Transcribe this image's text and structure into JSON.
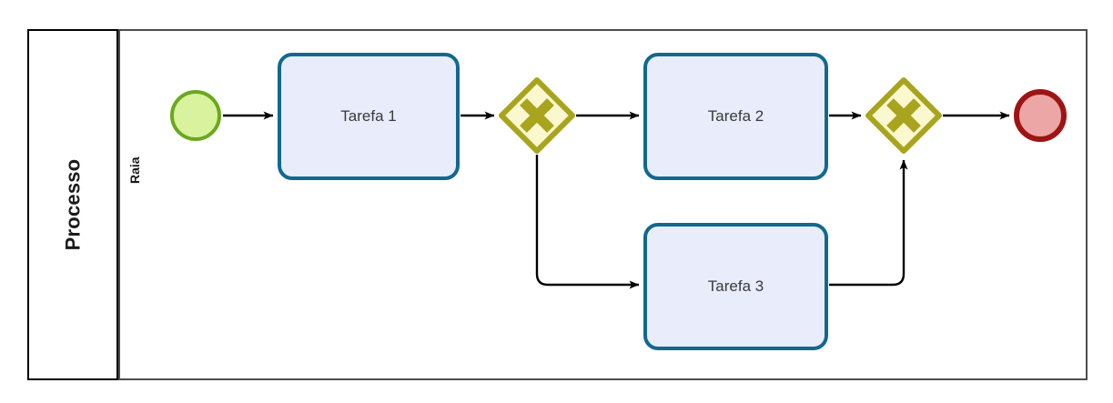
{
  "diagram": {
    "type": "bpmn-process",
    "pool": {
      "label": "Processo",
      "lane": {
        "label": "Raia"
      }
    },
    "colors": {
      "task_fill": "#e9edfb",
      "task_border": "#11698f",
      "gateway_fill": "#fbf8cf",
      "gateway_border": "#a8a41e",
      "gateway_mark": "#a8a41e",
      "start_fill": "#d9f29e",
      "start_border": "#6aa81e",
      "end_fill": "#eda6a6",
      "end_border": "#9e1414",
      "flow_line": "#000000",
      "pool_border": "#000000",
      "lane_border": "#4d4d4d"
    },
    "nodes": {
      "start_event": {
        "name": "start-event",
        "type": "start-event",
        "label": ""
      },
      "task_1": {
        "name": "task-1",
        "type": "task",
        "label": "Tarefa 1"
      },
      "gateway_1": {
        "name": "gateway-split",
        "type": "exclusive-gateway",
        "marker": "X",
        "label": ""
      },
      "task_2": {
        "name": "task-2",
        "type": "task",
        "label": "Tarefa 2"
      },
      "task_3": {
        "name": "task-3",
        "type": "task",
        "label": "Tarefa 3"
      },
      "gateway_2": {
        "name": "gateway-merge",
        "type": "exclusive-gateway",
        "marker": "X",
        "label": ""
      },
      "end_event": {
        "name": "end-event",
        "type": "end-event",
        "label": ""
      }
    },
    "flows": [
      {
        "from": "start_event",
        "to": "task_1",
        "label": ""
      },
      {
        "from": "task_1",
        "to": "gateway_1",
        "label": ""
      },
      {
        "from": "gateway_1",
        "to": "task_2",
        "label": ""
      },
      {
        "from": "gateway_1",
        "to": "task_3",
        "label": ""
      },
      {
        "from": "task_2",
        "to": "gateway_2",
        "label": ""
      },
      {
        "from": "task_3",
        "to": "gateway_2",
        "label": ""
      },
      {
        "from": "gateway_2",
        "to": "end_event",
        "label": ""
      }
    ]
  }
}
